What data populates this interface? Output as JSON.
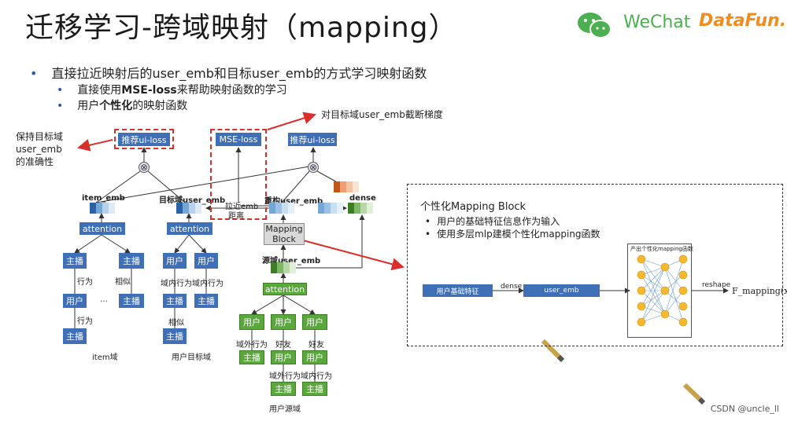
{
  "title": "迁移学习-跨域映射（mapping）",
  "logo": {
    "wechat": "WeChat",
    "datafun": "DataFun."
  },
  "bullets": {
    "main": "直接拉近映射后的user_emb和目标user_emb的方式学习映射函数",
    "sub1_pre": "直接使用",
    "sub1_bold": "MSE-loss",
    "sub1_post": "来帮助映射函数的学习",
    "sub2_pre": "用户",
    "sub2_bold": "个性化",
    "sub2_post": "的映射函数"
  },
  "annotations": {
    "left_note_1": "保持目标域",
    "left_note_2": "user_emb",
    "left_note_3": "的准确性",
    "top_note": "对目标域user_emb截断梯度",
    "pull_1": "拉近emb",
    "pull_2": "距离"
  },
  "losses": {
    "left": "推荐ui-loss",
    "mid": "MSE-loss",
    "right": "推荐ui-loss"
  },
  "emb_labels": {
    "item_emb": "item_emb",
    "target_user": "目标域user_emb",
    "rebuild_user": "重构user_emb",
    "dense": "dense",
    "source_user": "源域user_emb"
  },
  "attention": {
    "a1": "attention",
    "a2": "attention",
    "a3": "attention"
  },
  "mapping_block": {
    "line1": "Mapping",
    "line2": "Block"
  },
  "item_domain": {
    "anchor1": "主播",
    "anchor2": "主播",
    "anchor3": "主播",
    "anchor4": "主播",
    "user": "用户",
    "behavior1": "行为",
    "behavior2": "行为",
    "similar": "相似",
    "ellipsis": "…",
    "caption": "item域"
  },
  "user_target": {
    "u1": "用户",
    "u2": "用户",
    "a1": "主播",
    "a2": "主播",
    "a3": "主播",
    "in1": "域内行为",
    "in2": "域内行为",
    "similar": "相似",
    "caption": "用户目标域"
  },
  "user_source": {
    "u1": "用户",
    "u2": "用户",
    "u3": "用户",
    "u4": "用户",
    "a1": "主播",
    "a2": "主播",
    "a3": "主播",
    "out1": "域外行为",
    "friend1": "好友",
    "friend2": "好友",
    "out2": "域外行为",
    "in1": "域内行为",
    "caption": "用户源域"
  },
  "block": {
    "title": "个性化Mapping Block",
    "item1": "用户的基础特征信息作为输入",
    "item2": "使用多层mlp建模个性化mapping函数",
    "input": "用户基础特征",
    "dense": "dense",
    "user_emb": "user_emb",
    "mlp_caption": "产出个性化mapping函数",
    "reshape": "reshape",
    "formula": "F_mapping(x)"
  },
  "watermark": "CSDN @uncle_ll",
  "colors": {
    "blue": "#3f6fb6",
    "green": "#5aa83c",
    "red": "#d9302c",
    "orange": "#f5b82e"
  }
}
